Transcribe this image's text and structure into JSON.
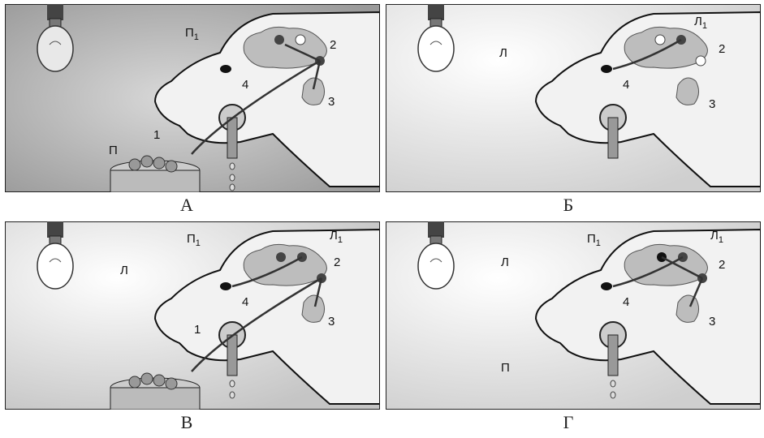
{
  "panels": [
    {
      "id": "A",
      "caption": "А",
      "light": "off",
      "food": true,
      "labels": {
        "P": "П",
        "P_sub": "1",
        "L": "",
        "L_sub": "",
        "two": "2",
        "three": "3",
        "four": "4",
        "one": "1",
        "P_food": "П",
        "P_bottom": ""
      }
    },
    {
      "id": "B",
      "caption": "Б",
      "light": "on",
      "food": false,
      "labels": {
        "P": "",
        "P_sub": "",
        "L": "Л",
        "L_sub": "1",
        "two": "2",
        "three": "3",
        "four": "4",
        "one": "",
        "L_side": "Л",
        "P_bottom": ""
      }
    },
    {
      "id": "V",
      "caption": "В",
      "light": "on",
      "food": true,
      "labels": {
        "P": "П",
        "P_sub": "1",
        "L": "Л",
        "L_sub": "1",
        "two": "2",
        "three": "3",
        "four": "4",
        "one": "1",
        "L_side": "Л",
        "P_bottom": ""
      }
    },
    {
      "id": "G",
      "caption": "Г",
      "light": "on",
      "food": false,
      "labels": {
        "P": "П",
        "P_sub": "1",
        "L": "Л",
        "L_sub": "1",
        "two": "2",
        "three": "3",
        "four": "4",
        "one": "",
        "L_side": "Л",
        "P_bottom": "П"
      }
    }
  ]
}
